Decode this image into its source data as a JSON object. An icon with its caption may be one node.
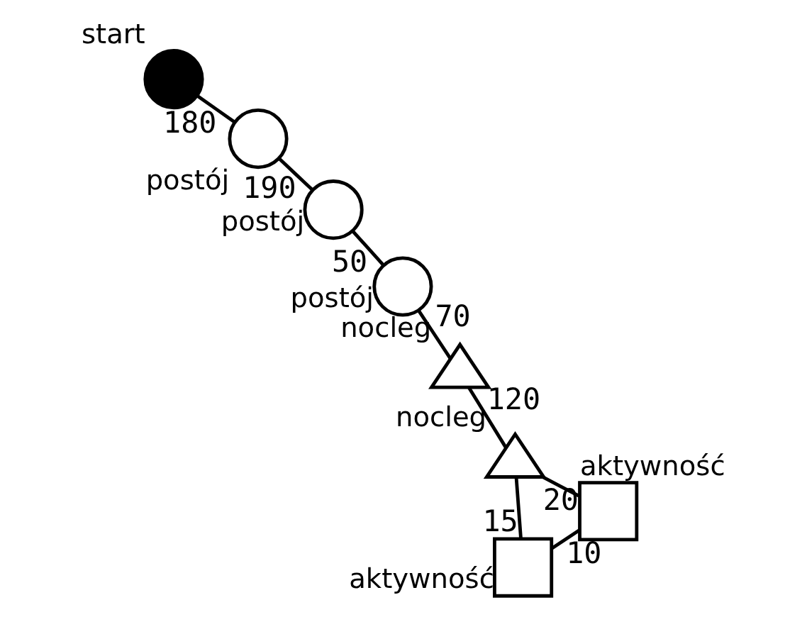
{
  "diagram": {
    "nodes": [
      {
        "text": [
          "start"
        ]
      },
      {
        "text": [
          "postój"
        ]
      },
      {
        "text": [
          "postój"
        ]
      },
      {
        "text": [
          "postój"
        ]
      },
      {
        "text": [
          "nocleg"
        ]
      },
      {
        "text": [
          "nocleg"
        ]
      },
      {
        "text": [
          "aktywność"
        ]
      },
      {
        "text": [
          "aktywność"
        ]
      }
    ],
    "edges": [
      {
        "from": 0,
        "to": 1,
        "arrow": "none",
        "label": "180"
      },
      {
        "from": 1,
        "to": 2,
        "arrow": "none",
        "label": "190"
      },
      {
        "from": 2,
        "to": 3,
        "arrow": "none",
        "label": "50"
      },
      {
        "from": 3,
        "to": 4,
        "arrow": "none",
        "label": "70"
      },
      {
        "from": 4,
        "to": 5,
        "arrow": "none",
        "label": "120"
      },
      {
        "from": 5,
        "to": 6,
        "arrow": "none",
        "label": "15"
      },
      {
        "from": 6,
        "to": 7,
        "arrow": "none",
        "label": "10"
      },
      {
        "from": 7,
        "to": 5,
        "arrow": "none",
        "label": "20"
      }
    ]
  }
}
